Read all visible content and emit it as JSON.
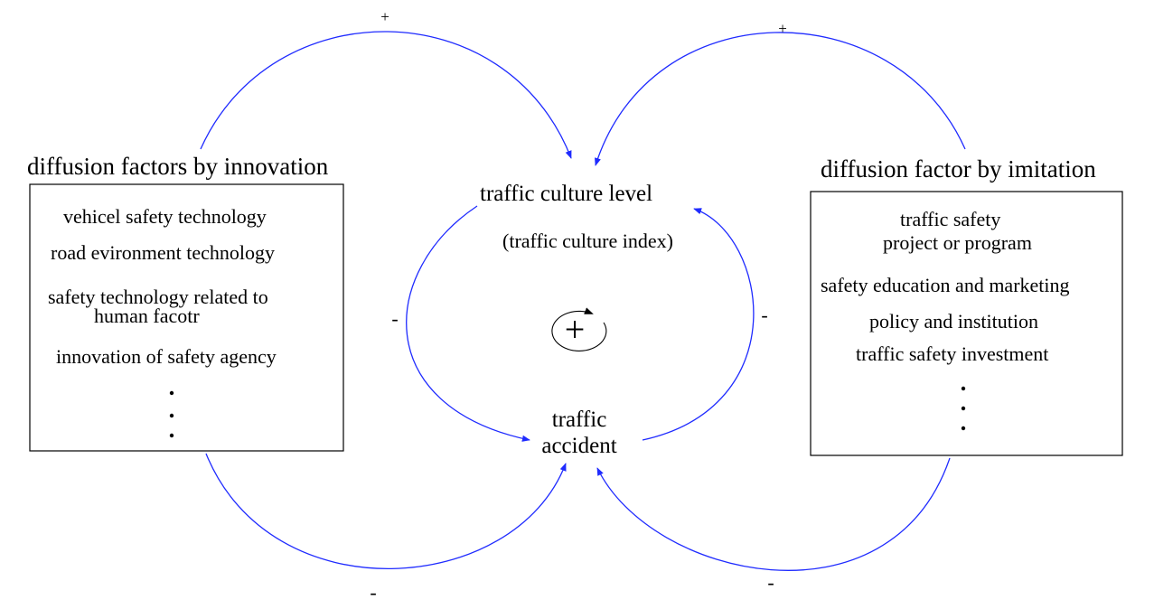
{
  "left": {
    "title": "diffusion factors by innovation",
    "items": [
      "vehicel safety technology",
      "road evironment technology",
      "safety technology related to",
      "human facotr",
      "innovation of safety agency"
    ]
  },
  "right": {
    "title": "diffusion factor by imitation",
    "items": [
      "traffic safety",
      "project or program",
      "safety education and marketing",
      "policy and institution",
      "traffic safety investment"
    ]
  },
  "center": {
    "culture_label": "traffic culture level",
    "culture_index": "(traffic culture index)",
    "accident_line1": "traffic",
    "accident_line2": "accident",
    "loop_sign": "+"
  },
  "polarities": {
    "top_left": "+",
    "top_right": "+",
    "inner_left": "-",
    "inner_right": "-",
    "bottom_left": "-",
    "bottom_right": "-"
  },
  "colors": {
    "link": "#1f2bff",
    "text": "#000000"
  },
  "icons": {
    "loop": "reinforcing-loop-icon"
  }
}
